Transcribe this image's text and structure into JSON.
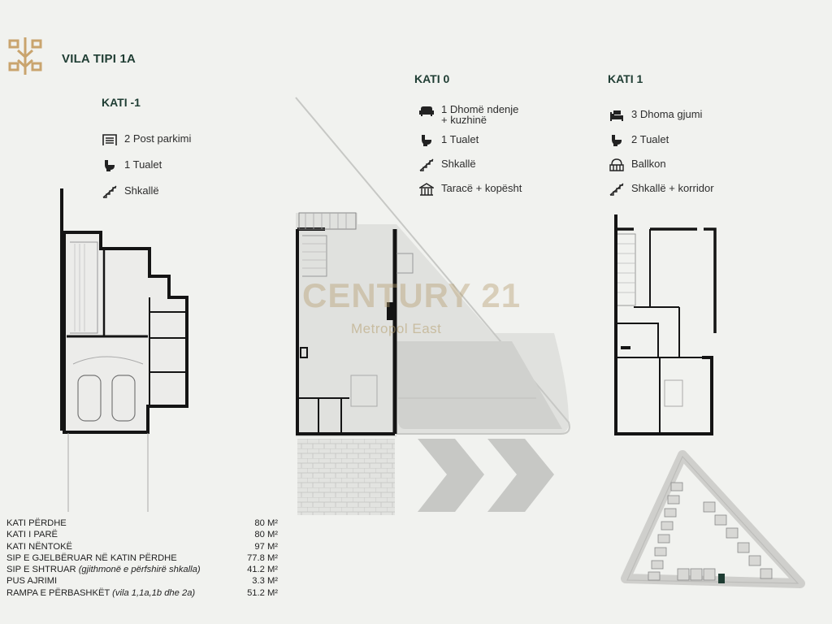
{
  "title": "VILA TIPI 1A",
  "floors": [
    {
      "heading": "KATI -1",
      "features": [
        {
          "icon": "garage-icon",
          "text": "2 Post parkimi"
        },
        {
          "icon": "toilet-icon",
          "text": "1 Tualet"
        },
        {
          "icon": "stairs-icon",
          "text": "Shkallë"
        }
      ]
    },
    {
      "heading": "KATI 0",
      "features": [
        {
          "icon": "sofa-icon",
          "text": "1 Dhomë ndenje\n+ kuzhinë"
        },
        {
          "icon": "toilet-icon",
          "text": "1 Tualet"
        },
        {
          "icon": "stairs-icon",
          "text": "Shkallë"
        },
        {
          "icon": "terrace-icon",
          "text": "Taracë + kopësht"
        }
      ]
    },
    {
      "heading": "KATI 1",
      "features": [
        {
          "icon": "bed-icon",
          "text": "3 Dhoma gjumi"
        },
        {
          "icon": "toilet-icon",
          "text": "2 Tualet"
        },
        {
          "icon": "balcony-icon",
          "text": "Ballkon"
        },
        {
          "icon": "stairs-icon",
          "text": "Shkallë + korridor"
        }
      ]
    }
  ],
  "watermark": {
    "brand": "CENTURY 21",
    "office": "Metropol East"
  },
  "areas": [
    {
      "label": "KATI PËRDHE",
      "note": "",
      "value": "80 M²"
    },
    {
      "label": "KATI I PARË",
      "note": "",
      "value": "80 M²"
    },
    {
      "label": "KATI NËNTOKË",
      "note": "",
      "value": "97 M²"
    },
    {
      "label": "SIP E GJELBËRUAR NË KATIN PËRDHE",
      "note": "",
      "value": "77.8 M²"
    },
    {
      "label": "SIP E SHTRUAR ",
      "note": "(gjithmonë e përfshirë shkalla)",
      "value": "41.2 M²"
    },
    {
      "label": "PUS AJRIMI",
      "note": "",
      "value": "3.3 M²"
    },
    {
      "label": "RAMPA E PËRBASHKËT ",
      "note": "(vila 1,1a,1b dhe 2a)",
      "value": "51.2 M²"
    }
  ],
  "colors": {
    "accent": "#1f3d33",
    "gold": "#b49e6e",
    "wall": "#141414",
    "paving": "#c9cac7"
  }
}
